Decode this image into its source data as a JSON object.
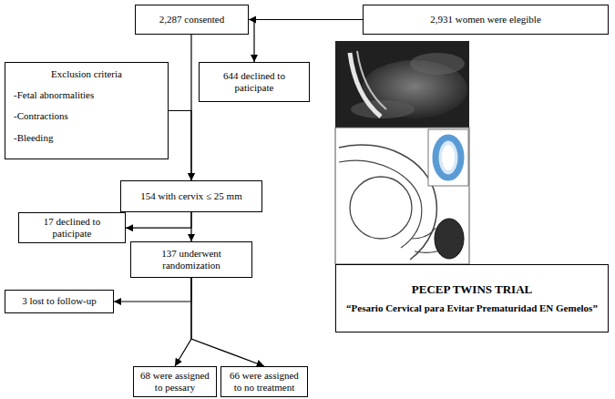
{
  "diagram": {
    "nodes": [
      {
        "text": [
          "2,287 consented"
        ]
      },
      {
        "text": [
          "2,931 women were elegible"
        ]
      },
      {
        "text": [
          "Exclusion criteria",
          "-Fetal abnormalities",
          "-Contractions",
          "-Bleeding"
        ]
      },
      {
        "text": [
          "644 declined to paticipate"
        ]
      },
      {
        "text": [
          "154 with cervix ≤ 25 mm"
        ]
      },
      {
        "text": [
          "17 declined to paticipate"
        ]
      },
      {
        "text": [
          "137 underwent randomization"
        ]
      },
      {
        "text": [
          "3 lost to follow-up"
        ]
      },
      {
        "text": [
          "68 were assigned to pessary"
        ]
      },
      {
        "text": [
          "66 were assigned to no treatment"
        ]
      },
      {
        "text": [
          "PECEP TWINS TRIAL",
          "“Pesario Cervical para Evitar Prematuridad EN Gemelos”"
        ]
      }
    ],
    "edges": [
      {
        "from": 1,
        "to": 0,
        "arrow": "to"
      },
      {
        "from": 1,
        "to": 3,
        "arrow": "to"
      },
      {
        "from": 0,
        "to": 4,
        "arrow": "to"
      },
      {
        "from": 2,
        "to": 4,
        "arrow": "to"
      },
      {
        "from": 4,
        "to": 6,
        "arrow": "to"
      },
      {
        "from": 4,
        "to": 5,
        "arrow": "to"
      },
      {
        "from": 6,
        "to": 7,
        "arrow": "to"
      },
      {
        "from": 6,
        "to": 8,
        "arrow": "to"
      },
      {
        "from": 6,
        "to": 9,
        "arrow": "to"
      }
    ]
  }
}
